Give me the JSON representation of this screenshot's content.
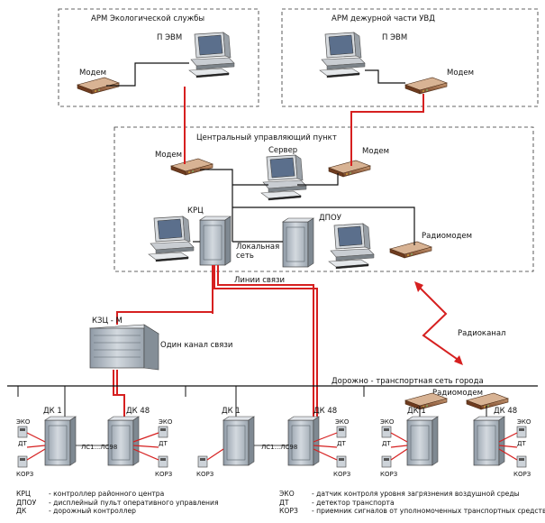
{
  "arm_eco": {
    "title": "АРМ Экологической службы",
    "pc": "П ЭВМ",
    "modem": "Модем"
  },
  "arm_uvd": {
    "title": "АРМ дежурной части УВД",
    "pc": "П ЭВМ",
    "modem": "Модем"
  },
  "central": {
    "title": "Центральный управляющий пункт",
    "server": "Сервер",
    "modem_left": "Модем",
    "modem_right": "Модем",
    "krc": "КРЦ",
    "dpou": "ДПОУ",
    "local_net_1": "Локальная",
    "local_net_2": "сеть",
    "radiomodem": "Радиомодем"
  },
  "links": {
    "lines": "Линии связи",
    "radio_channel": "Радиоканал",
    "kzc": "КЗЦ - М",
    "one_channel": "Один канал связи",
    "road_network": "Дорожно - транспортная сеть города",
    "radiomodem": "Радиомодем"
  },
  "field": {
    "dk1": "ДК 1",
    "dk48": "ДК 48",
    "eko": "ЭКО",
    "dt": "ДТ",
    "korz": "КОРЗ",
    "ls": "ЛС1...ЛС98"
  },
  "legend": {
    "left": [
      {
        "abbr": "КРЦ",
        "text": "- контроллер районного центра"
      },
      {
        "abbr": "ДПОУ",
        "text": "- дисплейный пульт оперативного управления"
      },
      {
        "abbr": "ДК",
        "text": "- дорожный контроллер"
      }
    ],
    "right": [
      {
        "abbr": "ЭКО",
        "text": "- датчик контроля уровня загрязнения воздушной среды"
      },
      {
        "abbr": "ДТ",
        "text": "- детектор транспорта"
      },
      {
        "abbr": "КОРЗ",
        "text": "- приемник сигналов от уполномоченных транспортных средств"
      }
    ]
  },
  "colors": {
    "link": "#d62020",
    "line": "#111111",
    "device": "#b9c2cc",
    "modem": "#8a4e2c"
  }
}
